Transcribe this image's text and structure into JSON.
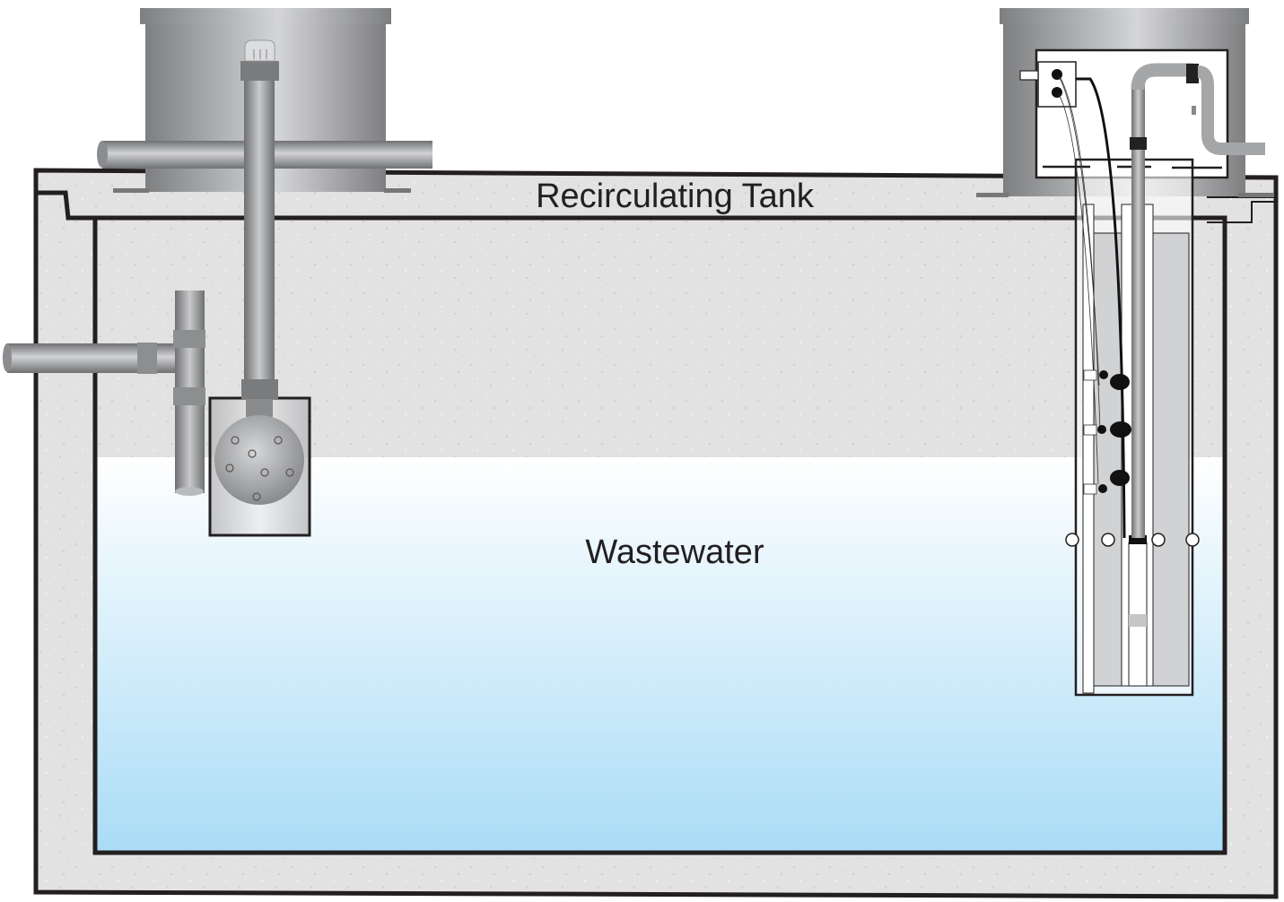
{
  "diagram": {
    "title": "Recirculating Tank",
    "labels": {
      "tank": "Recirculating Tank",
      "liquid": "Wastewater"
    },
    "components": [
      "left-riser",
      "inlet-pipe",
      "inlet-tee",
      "vent-cap",
      "distribution-manifold-pipe",
      "screen-vault",
      "perforated-ball",
      "right-riser",
      "control-junction-box",
      "pump-discharge-assembly",
      "pump-vault",
      "float-switches",
      "submersible-pump"
    ],
    "float_switch_count": 3,
    "colors": {
      "concrete": "#e3e3e3",
      "outline": "#231f20",
      "water_top": "#ffffff",
      "water_bottom": "#aadcf5",
      "pipe_gray": "#9a9a9a",
      "riser_gray": "#a5a6a8"
    }
  }
}
